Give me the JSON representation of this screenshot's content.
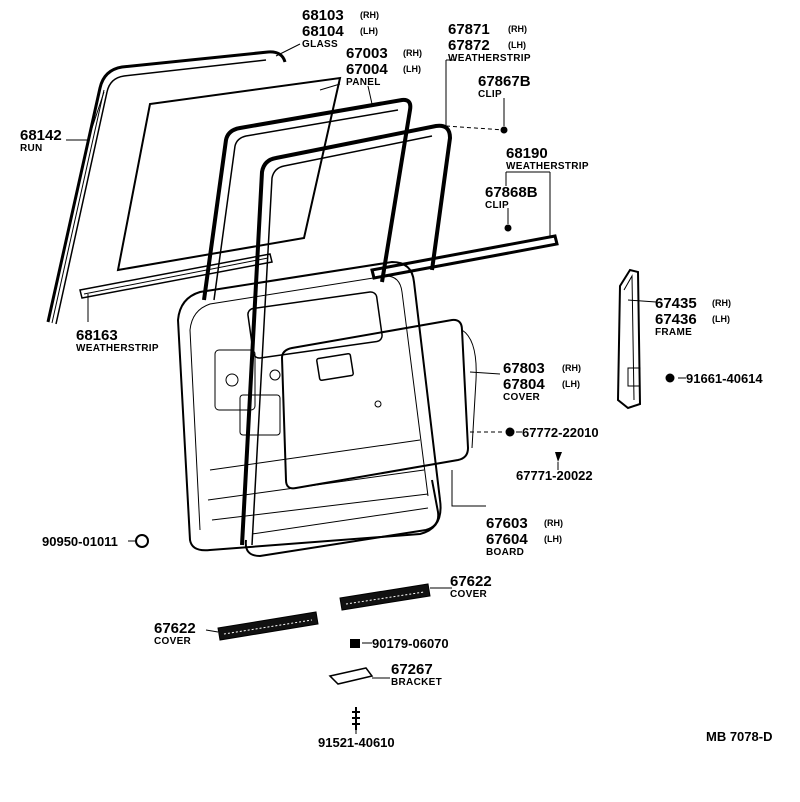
{
  "labels": {
    "glass": {
      "pn1": "68103",
      "side1": "(RH)",
      "pn2": "68104",
      "side2": "(LH)",
      "name": "GLASS"
    },
    "panel": {
      "pn1": "67003",
      "side1": "(RH)",
      "pn2": "67004",
      "side2": "(LH)",
      "name": "PANEL"
    },
    "weatherstrip_top": {
      "pn1": "67871",
      "side1": "(RH)",
      "pn2": "67872",
      "side2": "(LH)",
      "name": "WEATHERSTRIP"
    },
    "clip_top": {
      "pn": "67867B",
      "name": "CLIP"
    },
    "run": {
      "pn": "68142",
      "name": "RUN"
    },
    "weatherstrip_mid": {
      "pn": "68190",
      "name": "WEATHERSTRIP"
    },
    "clip_mid": {
      "pn": "67868B",
      "name": "CLIP"
    },
    "weatherstrip_belt": {
      "pn": "68163",
      "name": "WEATHERSTRIP"
    },
    "frame": {
      "pn1": "67435",
      "side1": "(RH)",
      "pn2": "67436",
      "side2": "(LH)",
      "name": "FRAME"
    },
    "bolt_frame": {
      "pn": "91661-40614"
    },
    "cover_trim": {
      "pn1": "67803",
      "side1": "(RH)",
      "pn2": "67804",
      "side2": "(LH)",
      "name": "COVER"
    },
    "clip_a": {
      "pn": "67772-22010"
    },
    "clip_b": {
      "pn": "67771-20022"
    },
    "board": {
      "pn1": "67603",
      "side1": "(RH)",
      "pn2": "67604",
      "side2": "(LH)",
      "name": "BOARD"
    },
    "plug": {
      "pn": "90950-01011"
    },
    "step_cover_right": {
      "pn": "67622",
      "name": "COVER"
    },
    "step_cover_left": {
      "pn": "67622",
      "name": "COVER"
    },
    "screw_step": {
      "pn": "90179-06070"
    },
    "bracket": {
      "pn": "67267",
      "name": "BRACKET"
    },
    "bolt_bottom": {
      "pn": "91521-40610"
    }
  },
  "diagram_code": "MB 7078-D"
}
